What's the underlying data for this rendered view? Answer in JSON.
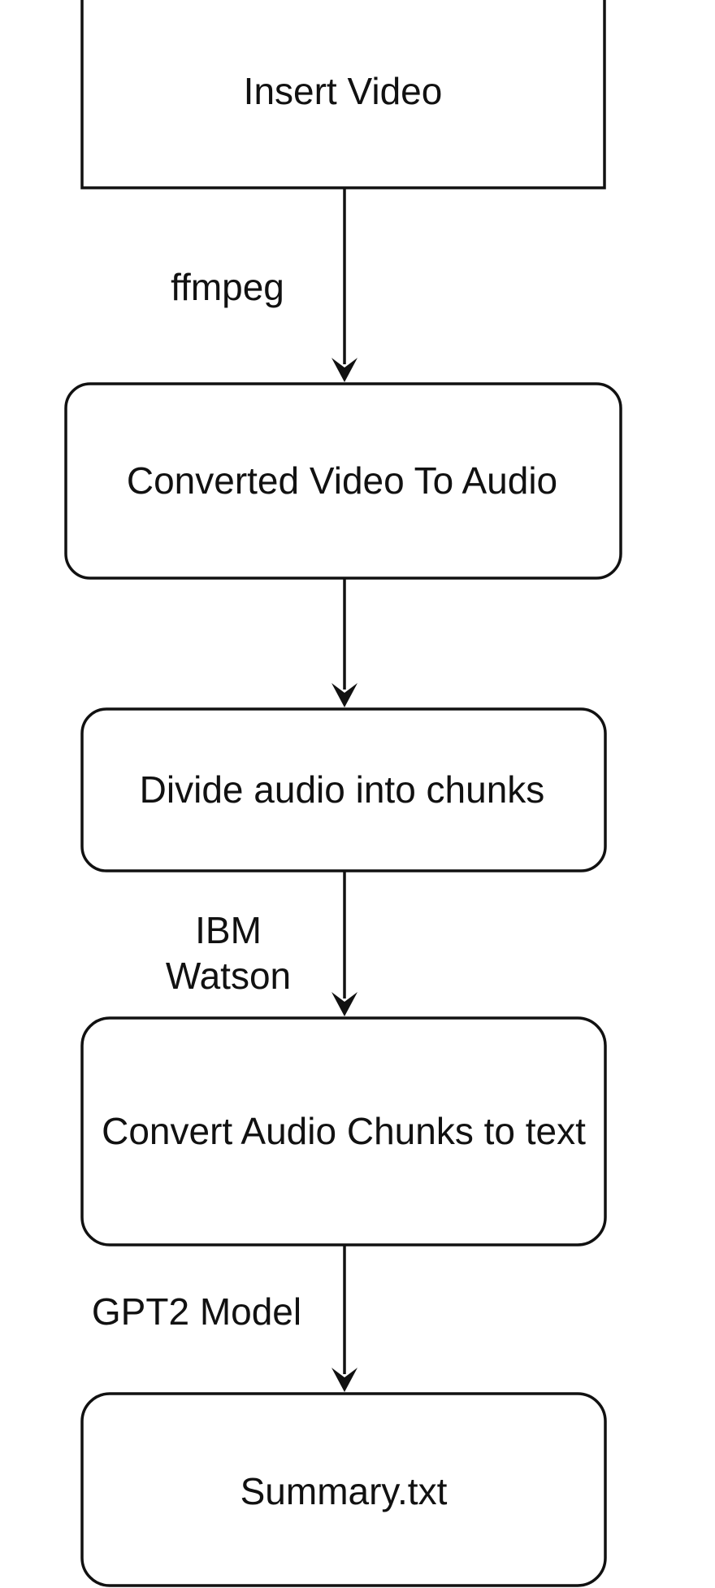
{
  "diagram": {
    "nodes": {
      "insert_video": "Insert Video",
      "converted_video_to_audio": "Converted Video To Audio",
      "divide_audio": "Divide audio into chunks",
      "convert_chunks_to_text": "Convert Audio Chunks to text",
      "summary": "Summary.txt"
    },
    "edges": {
      "ffmpeg": "ffmpeg",
      "ibm_line1": "IBM",
      "ibm_line2": "Watson",
      "gpt2": "GPT2 Model"
    }
  }
}
